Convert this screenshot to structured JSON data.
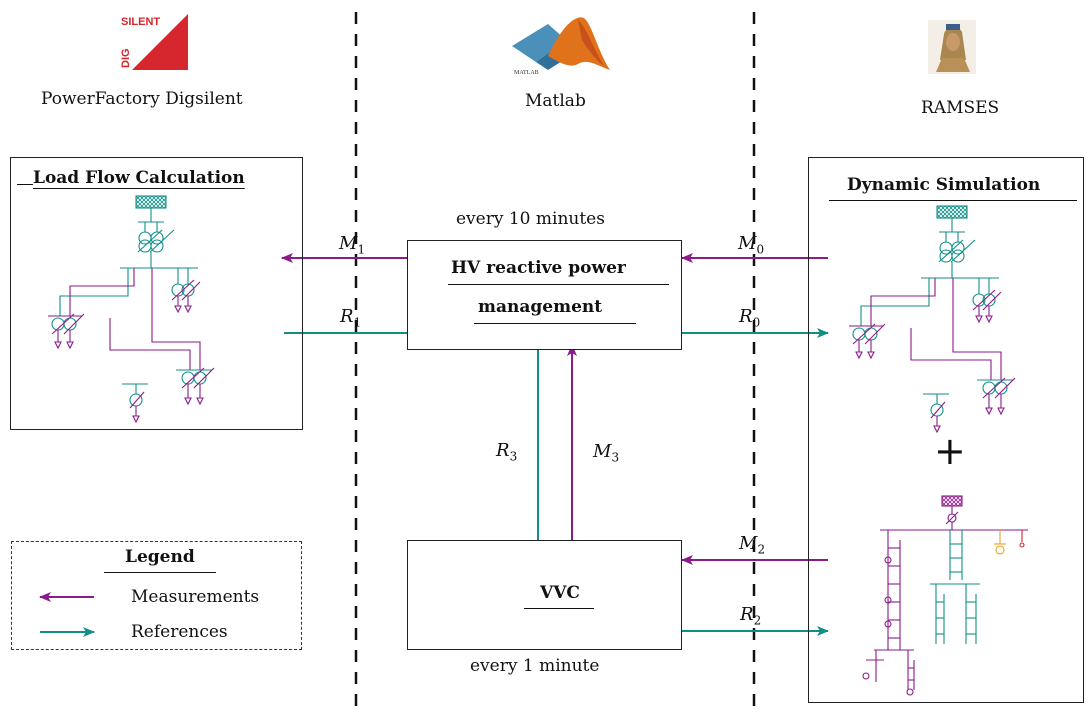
{
  "tools": [
    {
      "name": "PowerFactory Digsilent",
      "logo_text": "SILENT DIG"
    },
    {
      "name": "Matlab",
      "logo_text": "MATLAB"
    },
    {
      "name": "RAMSES"
    }
  ],
  "boxes": {
    "load_flow": {
      "title": "Load Flow Calculation"
    },
    "hv": {
      "title_line1": "HV reactive power",
      "title_line2": "management",
      "note": "every 10 minutes"
    },
    "vvc": {
      "title": "VVC",
      "note": "every 1 minute"
    },
    "dynamic": {
      "title": "Dynamic Simulation",
      "plus": "+"
    }
  },
  "signals": {
    "m0": {
      "sym": "M",
      "sub": "0"
    },
    "r0": {
      "sym": "R",
      "sub": "0"
    },
    "m1": {
      "sym": "M",
      "sub": "1"
    },
    "r1": {
      "sym": "R",
      "sub": "1"
    },
    "m2": {
      "sym": "M",
      "sub": "2"
    },
    "r2": {
      "sym": "R",
      "sub": "2"
    },
    "m3": {
      "sym": "M",
      "sub": "3"
    },
    "r3": {
      "sym": "R",
      "sub": "3"
    }
  },
  "legend": {
    "title": "Legend",
    "items": [
      {
        "label": "Measurements",
        "color": "#8b1a8b"
      },
      {
        "label": "References",
        "color": "#118f87"
      }
    ]
  },
  "colors": {
    "measurement": "#8b1a8b",
    "reference": "#118f87",
    "logo_red": "#d6262e",
    "feeder_orange": "#e8a020"
  }
}
